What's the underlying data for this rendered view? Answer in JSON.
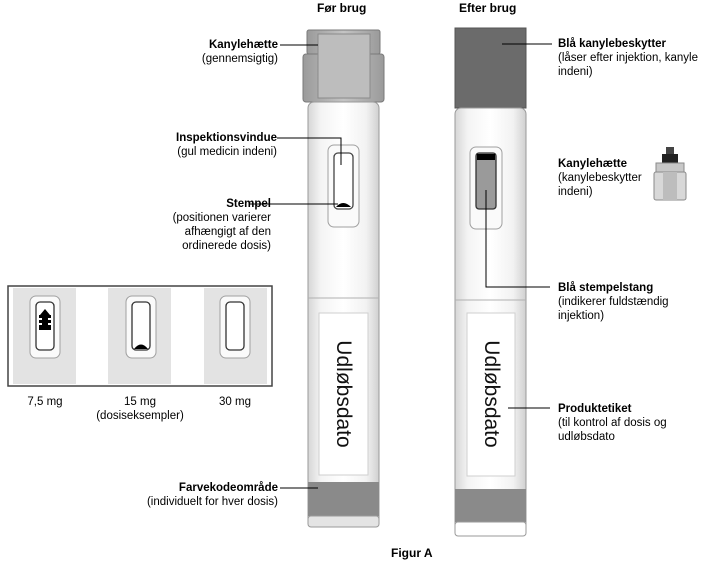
{
  "headers": {
    "before": "Før brug",
    "after": "Efter brug"
  },
  "figure_caption": "Figur A",
  "before_labels": {
    "cap": {
      "title": "Kanylehætte",
      "sub": [
        "(gennemsigtig)"
      ]
    },
    "window": {
      "title": "Inspektionsvindue",
      "sub": [
        "(gul medicin indeni)"
      ]
    },
    "plunger": {
      "title": "Stempel",
      "sub": [
        "(positionen varierer",
        "afhængigt af den",
        "ordinerede dosis)"
      ]
    },
    "colorcode": {
      "title": "Farvekodeområde",
      "sub": [
        "(individuelt for hver dosis)"
      ]
    }
  },
  "after_labels": {
    "shield": {
      "title": "Blå kanylebeskytter",
      "sub": [
        "(låser efter injektion, kanyle",
        "indeni)"
      ]
    },
    "cap": {
      "title": "Kanylehætte",
      "sub": [
        "(kanylebeskytter",
        "indeni)"
      ]
    },
    "rod": {
      "title": "Blå stempelstang",
      "sub": [
        "(indikerer fuldstændig",
        "injektion)"
      ]
    },
    "label": {
      "title": "Produktetiket",
      "sub": [
        "(til kontrol af dosis og",
        "udløbsdato"
      ]
    }
  },
  "pen_label_text": "Udløbsdato",
  "dose_examples": {
    "doses": [
      "7,5 mg",
      "15 mg",
      "30 mg"
    ],
    "note": "(dosiseksempler)"
  },
  "colors": {
    "gray_band": "#8a8a8a",
    "dark_shield": "#6b6b6b",
    "outline": "#9a9a9a"
  }
}
